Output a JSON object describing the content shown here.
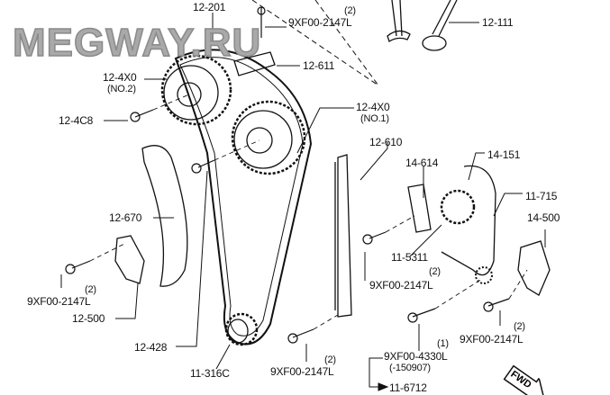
{
  "watermark": "MEGWAY.RU",
  "labels": {
    "l12_201": "12-201",
    "bolt_top_qty": "(2)",
    "bolt_top": "9XF00-2147L",
    "l12_111": "12-111",
    "l12_611": "12-611",
    "l12_4x0_no2": "12-4X0",
    "no2": "(NO.2)",
    "l12_4c8": "12-4C8",
    "l12_4x0_no1": "12-4X0",
    "no1": "(NO.1)",
    "l12_610": "12-610",
    "l14_614": "14-614",
    "l14_151": "14-151",
    "l11_715": "11-715",
    "l12_670": "12-670",
    "l14_500": "14-500",
    "l11_5311": "11-5311",
    "bolt_mid_qty": "(2)",
    "bolt_mid": "9XF00-2147L",
    "bolt_left_qty": "(2)",
    "bolt_left": "9XF00-2147L",
    "l12_500": "12-500",
    "l12_428": "12-428",
    "bolt_right_qty": "(2)",
    "bolt_right": "9XF00-2147L",
    "bolt_4330_qty": "(1)",
    "bolt_4330": "9XF00-4330L",
    "bolt_4330_date": "(-150907)",
    "l11_316c": "11-316C",
    "bolt_bottom_qty": "(2)",
    "bolt_bottom": "9XF00-2147L",
    "l11_6712": "11-6712",
    "fwd": "FWD"
  }
}
